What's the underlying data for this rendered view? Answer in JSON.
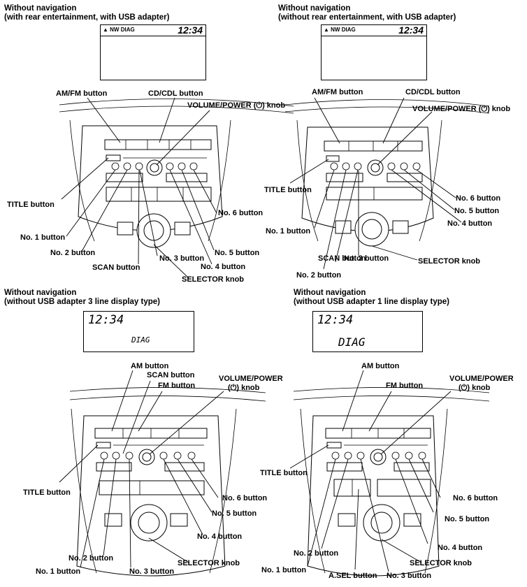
{
  "q1": {
    "heading1": "Without navigation",
    "heading2": "(with rear entertainment, with USB adapter)",
    "display_head": "▲ NW  DIAG",
    "display_clock": "12:34",
    "labels": {
      "amfm": "AM/FM button",
      "cdcdl": "CD/CDL button",
      "volume": "VOLUME/POWER (⏻) knob",
      "title": "TITLE button",
      "no1": "No. 1 button",
      "no2": "No. 2 button",
      "scan": "SCAN button",
      "no3": "No. 3 button",
      "selector": "SELECTOR knob",
      "no4": "No. 4 button",
      "no5": "No. 5 button",
      "no6": "No. 6 button"
    }
  },
  "q2": {
    "heading1": "Without navigation",
    "heading2": "(without rear entertainment, with USB adapter)",
    "display_head": "▲ NW  DIAG",
    "display_clock": "12:34",
    "labels": {
      "amfm": "AM/FM button",
      "cdcdl": "CD/CDL button",
      "volume": "VOLUME/POWER (⏻) knob",
      "title": "TITLE button",
      "no1": "No. 1 button",
      "no2": "No. 2 button",
      "scan": "SCAN button",
      "no3": "No. 3 button",
      "selector": "SELECTOR knob",
      "no4": "No. 4 button",
      "no5": "No. 5 button",
      "no6": "No. 6 button"
    }
  },
  "q3": {
    "heading1": "Without navigation",
    "heading2": "(without USB adapter 3 line display type)",
    "display_clock": "12:34",
    "display_text": "DIAG",
    "labels": {
      "am": "AM button",
      "scan": "SCAN button",
      "fm": "FM button",
      "volume1": "VOLUME/POWER",
      "volume2": "(⏻) knob",
      "title": "TITLE button",
      "no6": "No. 6 button",
      "no5": "No. 5 button",
      "no4": "No. 4 button",
      "no2": "No. 2 button",
      "selector": "SELECTOR knob",
      "no1": "No. 1 button",
      "no3": "No. 3 button"
    }
  },
  "q4": {
    "heading1": "Without navigation",
    "heading2": "(without USB adapter 1 line display type)",
    "display_clock": "12:34",
    "display_text": "DIAG",
    "labels": {
      "am": "AM button",
      "fm": "FM button",
      "volume1": "VOLUME/POWER",
      "volume2": "(⏻) knob",
      "title": "TITLE button",
      "no6": "No. 6 button",
      "no5": "No. 5 button",
      "no4": "No. 4 button",
      "no2": "No. 2 button",
      "selector": "SELECTOR knob",
      "no1": "No. 1 button",
      "asel": "A.SEL button",
      "no3": "No. 3 button"
    }
  }
}
